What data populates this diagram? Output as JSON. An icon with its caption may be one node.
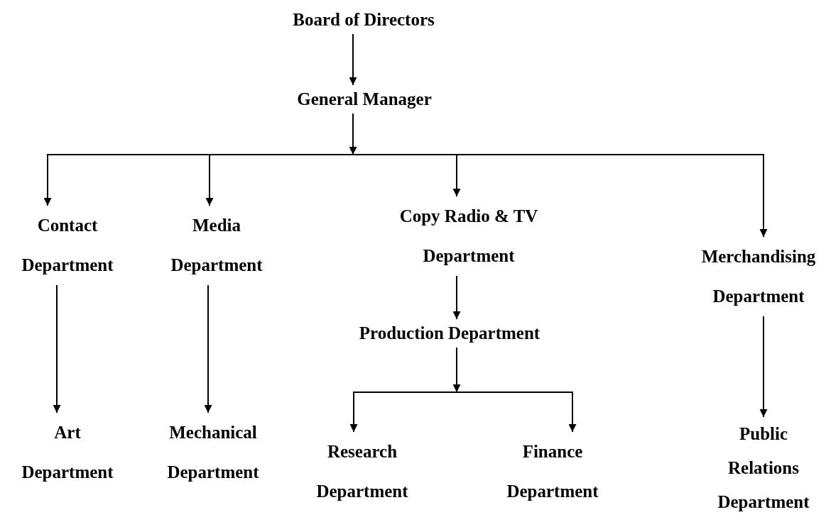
{
  "diagram": {
    "nodes": [
      {
        "text": [
          "Board of Directors"
        ]
      },
      {
        "text": [
          "General Manager"
        ]
      },
      {
        "text": [
          "Contact Department"
        ]
      },
      {
        "text": [
          "Media Department"
        ]
      },
      {
        "text": [
          "Copy Radio & TV Department"
        ]
      },
      {
        "text": [
          "Merchandising Department"
        ]
      },
      {
        "text": [
          "Art Department"
        ]
      },
      {
        "text": [
          "Mechanical Department"
        ]
      },
      {
        "text": [
          "Production Department"
        ]
      },
      {
        "text": [
          "Research Department"
        ]
      },
      {
        "text": [
          "Finance Department"
        ]
      },
      {
        "text": [
          "Public Relations Department"
        ]
      }
    ],
    "edges": [
      {
        "from": 0,
        "to": 1,
        "arrow": "to"
      },
      {
        "from": 1,
        "to": 2,
        "arrow": "to"
      },
      {
        "from": 1,
        "to": 3,
        "arrow": "to"
      },
      {
        "from": 1,
        "to": 4,
        "arrow": "to"
      },
      {
        "from": 1,
        "to": 5,
        "arrow": "to"
      },
      {
        "from": 2,
        "to": 6,
        "arrow": "to"
      },
      {
        "from": 3,
        "to": 7,
        "arrow": "to"
      },
      {
        "from": 4,
        "to": 8,
        "arrow": "to"
      },
      {
        "from": 5,
        "to": 11,
        "arrow": "to"
      },
      {
        "from": 8,
        "to": 9,
        "arrow": "to"
      },
      {
        "from": 8,
        "to": 10,
        "arrow": "to"
      }
    ]
  }
}
